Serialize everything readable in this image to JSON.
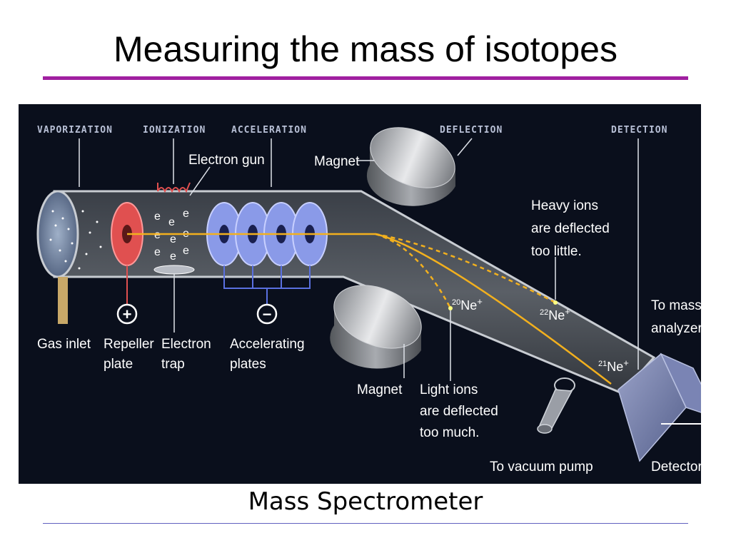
{
  "slide": {
    "title": "Measuring the mass of isotopes",
    "caption": "Mass Spectrometer"
  },
  "colors": {
    "title_rule": "#a020a0",
    "bottom_rule": "#6060c0",
    "diagram_bg": "#0a0f1c",
    "ion_beam": "#f2b01e",
    "accelerating_plate": "#8a9ae8",
    "repeller_plate": "#e05050",
    "label_text": "#ffffff",
    "stage_text": "#b8c0d6"
  },
  "diagram": {
    "stages": {
      "vaporization": "VAPORIZATION",
      "ionization": "IONIZATION",
      "acceleration": "ACCELERATION",
      "deflection": "DEFLECTION",
      "detection": "DETECTION"
    },
    "labels": {
      "electron_gun": "Electron gun",
      "magnet_top": "Magnet",
      "magnet_bottom": "Magnet",
      "heavy_ions_1": "Heavy ions",
      "heavy_ions_2": "are deflected",
      "heavy_ions_3": "too little.",
      "to_mass_1": "To mass",
      "to_mass_2": "analyzer",
      "gas_inlet": "Gas inlet",
      "repeller_1": "Repeller",
      "repeller_2": "plate",
      "electron_trap_1": "Electron",
      "electron_trap_2": "trap",
      "accelerating_1": "Accelerating",
      "accelerating_2": "plates",
      "light_ions_1": "Light ions",
      "light_ions_2": "are deflected",
      "light_ions_3": "too much.",
      "vacuum_pump": "To vacuum pump",
      "detector": "Detector"
    },
    "isotopes": {
      "ne20_mass": "20",
      "ne20_symbol": "Ne",
      "ne21_mass": "21",
      "ne21_symbol": "Ne",
      "ne22_mass": "22",
      "ne22_symbol": "Ne",
      "charge": "+"
    },
    "electron_symbol": "e",
    "electron_minus": "−",
    "plus_sign": "+",
    "minus_sign": "−"
  }
}
